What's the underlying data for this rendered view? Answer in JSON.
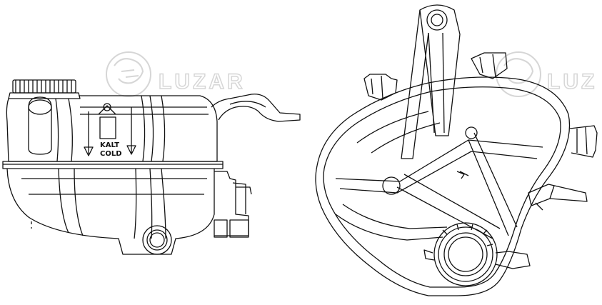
{
  "watermark": {
    "brand": "LUZAR",
    "brand_partial": "LUZ",
    "color": "#d6d6d6"
  },
  "side_view": {
    "embossed_line1": "KALT",
    "embossed_line2": "COLD"
  },
  "colors": {
    "line": "#111111",
    "background": "#ffffff"
  }
}
